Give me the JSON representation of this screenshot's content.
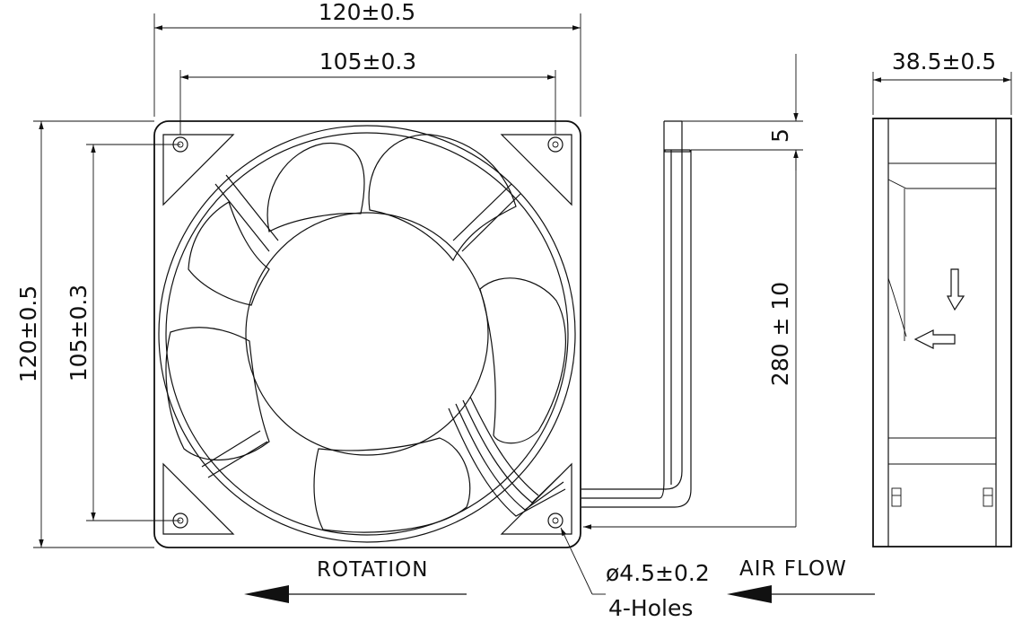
{
  "dimensions": {
    "overall_width": "120±0.5",
    "hole_spacing_width": "105±0.3",
    "overall_height": "120±0.5",
    "hole_spacing_height": "105±0.3",
    "lead_length": "280 ± 10",
    "lead_strip": "5",
    "depth": "38.5±0.5",
    "hole_diameter": "ø4.5±0.2"
  },
  "labels": {
    "rotation": "ROTATION",
    "air_flow": "AIR FLOW",
    "holes": "4-Holes"
  }
}
